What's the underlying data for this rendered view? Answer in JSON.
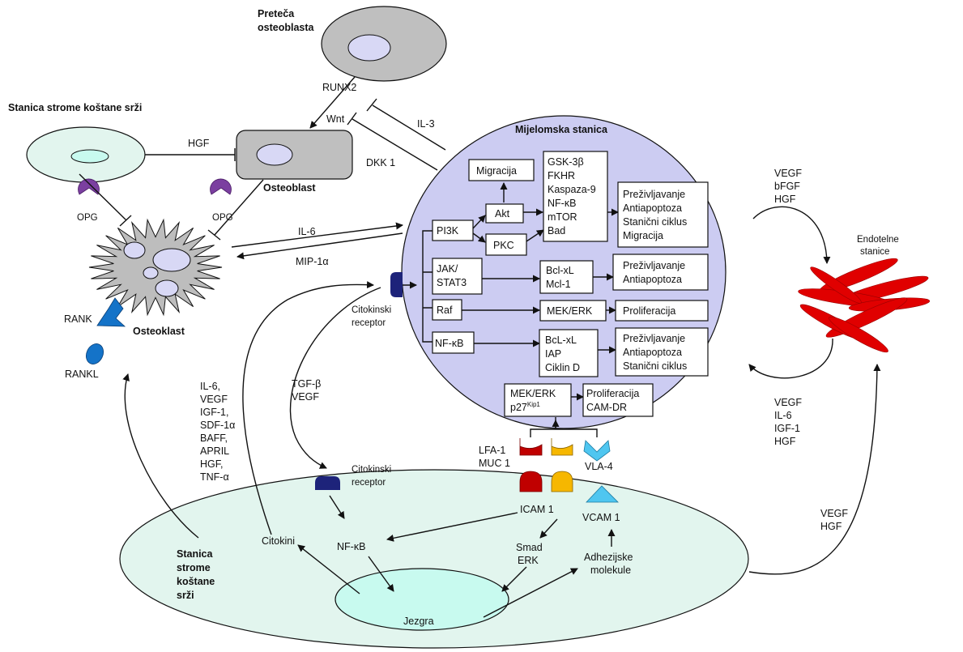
{
  "cells": {
    "precursor_title_1": "Preteča",
    "precursor_title_2": "osteoblasta",
    "stromal_top_title": "Stanica strome koštane srži",
    "osteoblast": "Osteoblast",
    "osteoclast": "Osteoklast",
    "myeloma_title": "Mijelomska stanica",
    "endothelial_1": "Endotelne",
    "endothelial_2": "stanice",
    "stromal_bottom_1": "Stanica",
    "stromal_bottom_2": "strome",
    "stromal_bottom_3": "koštane",
    "stromal_bottom_4": "srži",
    "nucleus": "Jezgra"
  },
  "signals": {
    "runx2": "RUNX2",
    "wnt": "Wnt",
    "il3": "IL-3",
    "hgf_top": "HGF",
    "dkk1": "DKK 1",
    "opg_left": "OPG",
    "opg_right": "OPG",
    "il6": "IL-6",
    "mip1a": "MIP-1α",
    "rank": "RANK",
    "rankl": "RANKL",
    "cytokine_receptor_top_1": "Citokinski",
    "cytokine_receptor_top_2": "receptor",
    "cytokine_receptor_bottom_1": "Citokinski",
    "cytokine_receptor_bottom_2": "receptor",
    "tgfb": "TGF-β",
    "vegf_mid": "VEGF",
    "cytokine_list": [
      "IL-6,",
      "VEGF",
      "IGF-1,",
      "SDF-1α",
      "BAFF,",
      "APRIL",
      "HGF,",
      "TNF-α"
    ],
    "vegf_group_top": [
      "VEGF",
      "bFGF",
      "HGF"
    ],
    "vegf_group_mid": [
      "VEGF",
      "IL-6",
      "IGF-1",
      "HGF"
    ],
    "vegf_group_bottom": [
      "VEGF",
      "HGF"
    ],
    "lfa1": "LFA-1",
    "muc1": "MUC 1",
    "vla4": "VLA-4",
    "icam1": "ICAM 1",
    "vcam1": "VCAM 1",
    "nfkb_bottom": "NF-κB",
    "citokini": "Citokini",
    "smad": "Smad",
    "erk": "ERK",
    "adhesion_1": "Adhezijske",
    "adhesion_2": "molekule"
  },
  "pathways": {
    "migracija": "Migracija",
    "pi3k": "PI3K",
    "akt": "Akt",
    "pkc": "PKC",
    "gsk_list": [
      "GSK-3β",
      "FKHR",
      "Kaspaza-9",
      "NF-κB",
      "mTOR",
      "Bad"
    ],
    "outcome_1": [
      "Preživljavanje",
      "Antiapoptoza",
      "Stanični ciklus",
      "Migracija"
    ],
    "jak_1": "JAK/",
    "jak_2": "STAT3",
    "bcl_mcl": [
      "Bcl-xL",
      "Mcl-1"
    ],
    "outcome_2": [
      "Preživljavanje",
      "Antiapoptoza"
    ],
    "raf": "Raf",
    "mek_erk": "MEK/ERK",
    "outcome_3": "Proliferacija",
    "nfkb": "NF-κB",
    "bcl_iap": [
      "BcL-xL",
      "IAP",
      "Ciklin D"
    ],
    "outcome_4": [
      "Preživljavanje",
      "Antiapoptoza",
      "Stanični ciklus"
    ],
    "mek_erk_bottom": "MEK/ERK",
    "p27": "p27",
    "p27_sup": "Kip1",
    "outcome_5": [
      "Proliferacija",
      "CAM-DR"
    ]
  },
  "colors": {
    "myeloma_fill": "#ccccf2",
    "stromal_fill": "#e2f5ee",
    "nucleus_fill": "#c8faef",
    "osteoclast_fill": "#bdbdbd",
    "cell_grey": "#bfbfbf",
    "opg_purple": "#7b3fa0",
    "receptor_navy": "#1d237a",
    "rank_blue": "#1473c8",
    "adhesion_red": "#c00000",
    "adhesion_yellow": "#f6b700",
    "adhesion_cyan": "#4fc6f0",
    "endothelial_red": "#e00000"
  }
}
